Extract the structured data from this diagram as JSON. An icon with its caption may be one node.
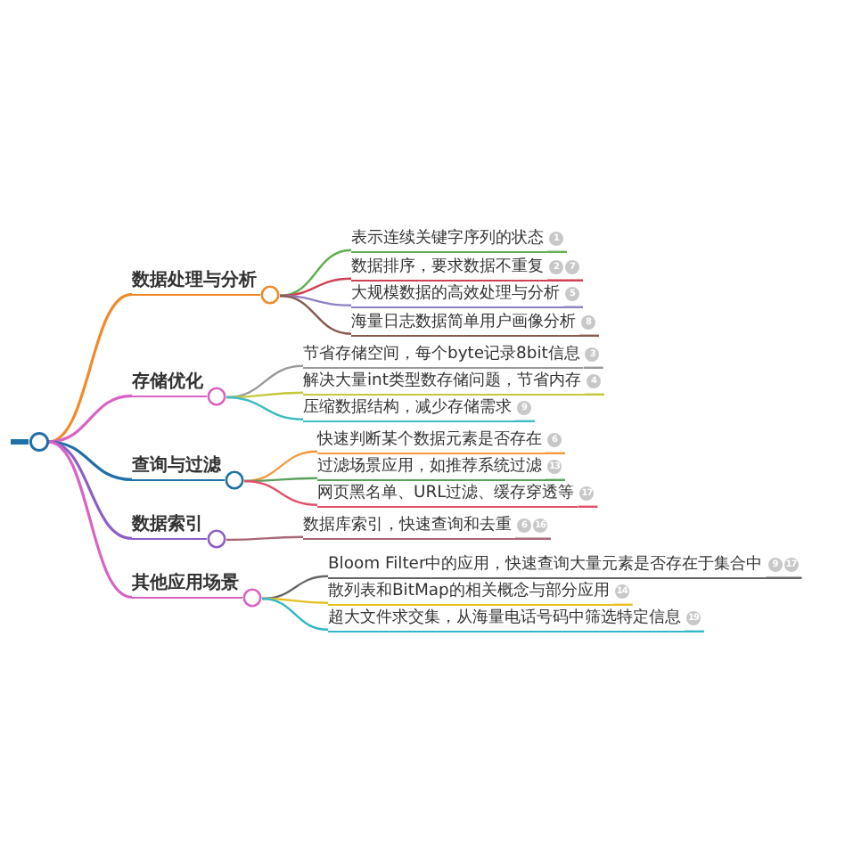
{
  "diagram": {
    "nodes": [
      {
        "text": [],
        "shape": "circle"
      },
      {
        "text": [
          "数据处理与分析"
        ]
      },
      {
        "text": [
          "表示连续关键字序列的状态"
        ],
        "beside": [
          "1"
        ]
      },
      {
        "text": [
          "数据排序，要求数据不重复"
        ],
        "beside": [
          "2",
          "7"
        ]
      },
      {
        "text": [
          "大规模数据的高效处理与分析"
        ],
        "beside": [
          "5"
        ]
      },
      {
        "text": [
          "海量日志数据简单用户画像分析"
        ],
        "beside": [
          "8"
        ]
      },
      {
        "text": [
          "存储优化"
        ]
      },
      {
        "text": [
          "节省存储空间，每个byte记录8bit信息"
        ],
        "beside": [
          "3"
        ]
      },
      {
        "text": [
          "解决大量int类型数存储问题，节省内存"
        ],
        "beside": [
          "4"
        ]
      },
      {
        "text": [
          "压缩数据结构，减少存储需求"
        ],
        "beside": [
          "9"
        ]
      },
      {
        "text": [
          "查询与过滤"
        ]
      },
      {
        "text": [
          "快速判断某个数据元素是否存在"
        ],
        "beside": [
          "6"
        ]
      },
      {
        "text": [
          "过滤场景应用，如推荐系统过滤"
        ],
        "beside": [
          "13"
        ]
      },
      {
        "text": [
          "网页黑名单、URL过滤、缓存穿透等"
        ],
        "beside": [
          "17"
        ]
      },
      {
        "text": [
          "数据索引"
        ]
      },
      {
        "text": [
          "数据库索引，快速查询和去重"
        ],
        "beside": [
          "6",
          "16"
        ]
      },
      {
        "text": [
          "其他应用场景"
        ]
      },
      {
        "text": [
          "Bloom Filter中的应用，快速查询大量元素是否存在于集合中"
        ],
        "beside": [
          "9",
          "17"
        ]
      },
      {
        "text": [
          "散列表和BitMap的相关概念与部分应用"
        ],
        "beside": [
          "14"
        ]
      },
      {
        "text": [
          "超大文件求交集，从海量电话号码中筛选特定信息"
        ],
        "beside": [
          "19"
        ]
      }
    ],
    "edges": [
      {
        "from": 0,
        "to": 1,
        "arrow": "none",
        "color": "#f28a2a"
      },
      {
        "from": 0,
        "to": 6,
        "arrow": "none",
        "color": "#d863c4"
      },
      {
        "from": 0,
        "to": 10,
        "arrow": "none",
        "color": "#1f6fa8"
      },
      {
        "from": 0,
        "to": 14,
        "arrow": "none",
        "color": "#8c5fc4"
      },
      {
        "from": 0,
        "to": 16,
        "arrow": "none",
        "color": "#d863c4"
      },
      {
        "from": 1,
        "to": 2,
        "arrow": "none",
        "color": "#5fae52"
      },
      {
        "from": 1,
        "to": 3,
        "arrow": "none",
        "color": "#d23f52"
      },
      {
        "from": 1,
        "to": 4,
        "arrow": "none",
        "color": "#8e80c4"
      },
      {
        "from": 1,
        "to": 5,
        "arrow": "none",
        "color": "#8a5a50"
      },
      {
        "from": 6,
        "to": 7,
        "arrow": "none",
        "color": "#9a9a9a"
      },
      {
        "from": 6,
        "to": 8,
        "arrow": "none",
        "color": "#c4c83a"
      },
      {
        "from": 6,
        "to": 9,
        "arrow": "none",
        "color": "#3cbcc0"
      },
      {
        "from": 10,
        "to": 11,
        "arrow": "none",
        "color": "#f59a3c"
      },
      {
        "from": 10,
        "to": 12,
        "arrow": "none",
        "color": "#5aa05a"
      },
      {
        "from": 10,
        "to": 13,
        "arrow": "none",
        "color": "#e0506a"
      },
      {
        "from": 14,
        "to": 15,
        "arrow": "none",
        "color": "#a86878"
      },
      {
        "from": 16,
        "to": 17,
        "arrow": "none",
        "color": "#666666"
      },
      {
        "from": 16,
        "to": 18,
        "arrow": "none",
        "color": "#e8c020"
      },
      {
        "from": 16,
        "to": 19,
        "arrow": "none",
        "color": "#30b8c8"
      }
    ]
  }
}
